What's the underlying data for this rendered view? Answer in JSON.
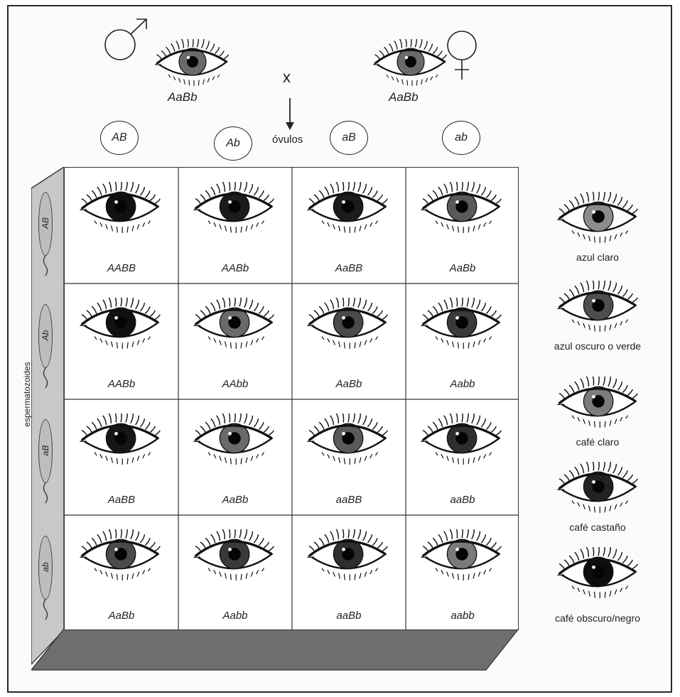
{
  "symbols": {
    "male": "male-symbol",
    "female": "female-symbol"
  },
  "parents": {
    "male_genotype": "AaBb",
    "female_genotype": "AaBb",
    "cross_sign": "x",
    "ovulos_label": "óvulos",
    "espermatozoides_label": "espermatozoides"
  },
  "gametes_top": [
    "AB",
    "Ab",
    "aB",
    "ab"
  ],
  "gametes_side": [
    "AB",
    "Ab",
    "aB",
    "ab"
  ],
  "colors": {
    "azul_claro": "#8c8c8c",
    "azul_oscuro_verde": "#6a6a6a",
    "cafe_claro": "#7d7d7d",
    "cafe_castano": "#3a3a3a",
    "cafe_obscuro_negro": "#111111"
  },
  "grid": [
    [
      {
        "genotype": "AABB",
        "color": "#111111"
      },
      {
        "genotype": "AABb",
        "color": "#1c1c1c"
      },
      {
        "genotype": "AaBB",
        "color": "#1c1c1c"
      },
      {
        "genotype": "AaBb",
        "color": "#5a5a5a"
      }
    ],
    [
      {
        "genotype": "AABb",
        "color": "#111111"
      },
      {
        "genotype": "AAbb",
        "color": "#6a6a6a"
      },
      {
        "genotype": "AaBb",
        "color": "#4a4a4a"
      },
      {
        "genotype": "Aabb",
        "color": "#3a3a3a"
      }
    ],
    [
      {
        "genotype": "AaBB",
        "color": "#161616"
      },
      {
        "genotype": "AaBb",
        "color": "#6a6a6a"
      },
      {
        "genotype": "aaBB",
        "color": "#5a5a5a"
      },
      {
        "genotype": "aaBb",
        "color": "#2e2e2e"
      }
    ],
    [
      {
        "genotype": "AaBb",
        "color": "#4a4a4a"
      },
      {
        "genotype": "Aabb",
        "color": "#3a3a3a"
      },
      {
        "genotype": "aaBb",
        "color": "#2e2e2e"
      },
      {
        "genotype": "aabb",
        "color": "#7a7a7a"
      }
    ]
  ],
  "legend": [
    {
      "label": "azul claro",
      "color": "#8c8c8c"
    },
    {
      "label": "azul oscuro o verde",
      "color": "#4e4e4e"
    },
    {
      "label": "café claro",
      "color": "#7d7d7d"
    },
    {
      "label": "café castaño",
      "color": "#222222"
    },
    {
      "label": "café obscuro/negro",
      "color": "#0d0d0d"
    }
  ]
}
